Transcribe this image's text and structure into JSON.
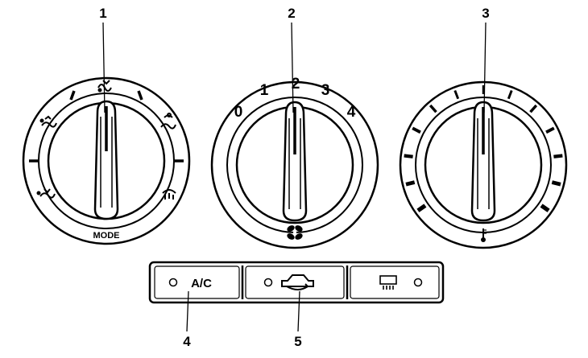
{
  "callouts": {
    "c1": "1",
    "c2": "2",
    "c3": "3",
    "c4": "4",
    "c5": "5"
  },
  "mode_knob": {
    "label": "MODE",
    "icons": [
      "face-vent-icon",
      "bi-level-icon",
      "foot-icon",
      "foot-defrost-icon",
      "defrost-icon"
    ]
  },
  "fan_knob": {
    "speeds": [
      "0",
      "1",
      "2",
      "3",
      "4"
    ],
    "icon": "fan-icon"
  },
  "temp_knob": {
    "icon": "thermometer-icon"
  },
  "button_panel": {
    "ac_label": "A/C",
    "recirc_icon": "recirculation-icon",
    "rear_defrost_icon": "rear-defrost-icon"
  },
  "colors": {
    "line": "#000000",
    "background": "#ffffff"
  }
}
